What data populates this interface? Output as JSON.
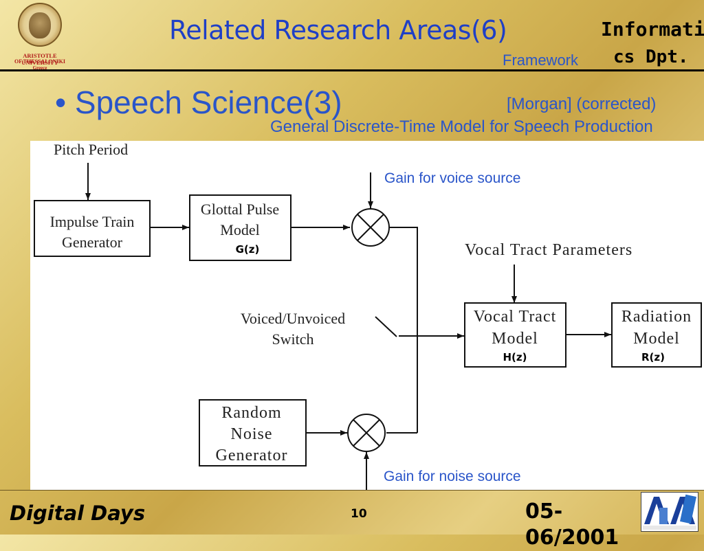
{
  "header": {
    "title": "Related Research Areas(6)",
    "department_line1": "Informati",
    "department_line2": "cs Dpt.",
    "section_label": "Framework",
    "university_line1": "ARISTOTLE UNIVERSITY",
    "university_line2": "OF THESSALONIKI",
    "university_line3": "Greece"
  },
  "body": {
    "bullet": "• Speech Science(3)",
    "reference": "[Morgan] (corrected)",
    "subtitle": "General Discrete-Time Model for Speech Production"
  },
  "diagram": {
    "pitch_period": "Pitch Period",
    "impulse_line1": "Impulse Train",
    "impulse_line2": "Generator",
    "glottal_line1": "Glottal Pulse",
    "glottal_line2": "Model",
    "glottal_fn": "G(z)",
    "gain_voice": "Gain for voice source",
    "vocal_params": "Vocal Tract Parameters",
    "switch_line1": "Voiced/Unvoiced",
    "switch_line2": "Switch",
    "vocal_line1": "Vocal Tract",
    "vocal_line2": "Model",
    "vocal_fn": "H(z)",
    "radiation_line1": "Radiation",
    "radiation_line2": "Model",
    "radiation_fn": "R(z)",
    "noise_line1": "Random",
    "noise_line2": "Noise",
    "noise_line3": "Generator",
    "gain_noise": "Gain for noise source"
  },
  "footer": {
    "left": "Digital Days",
    "page": "10",
    "date_line1": "05-",
    "date_line2": "06/2001"
  },
  "colors": {
    "title": "#1f3fc6",
    "accent": "#2a55c9",
    "university": "#b01818"
  }
}
